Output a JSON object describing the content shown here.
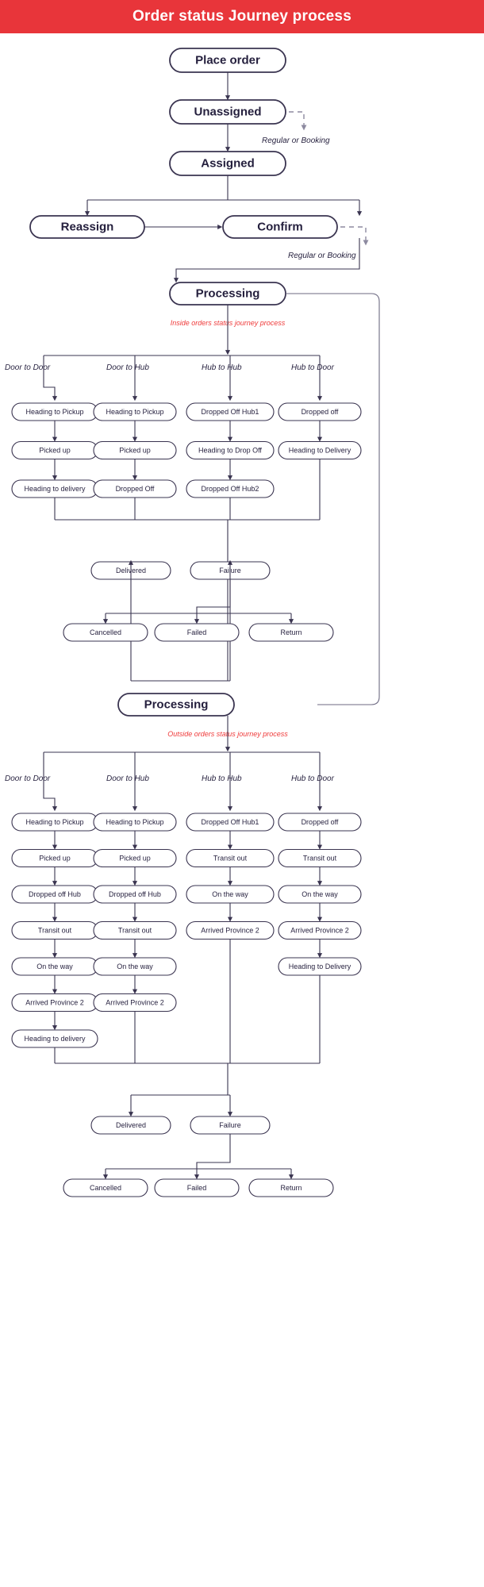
{
  "banner": {
    "title": "Order status Journey process",
    "color": "#e8353a"
  },
  "theme": {
    "node_stroke": "#3a3450",
    "text": "#241f3d",
    "note": "#ef3b3b",
    "dashed": "#8d8aa0"
  },
  "annotations": {
    "regular_or_booking_1": "Regular or Booking",
    "regular_or_booking_2": "Regular or Booking",
    "inside_note": "Inside orders status journey process",
    "outside_note": "Outside orders status journey process"
  },
  "top_flow": [
    {
      "id": "place-order",
      "label": "Place order"
    },
    {
      "id": "unassigned",
      "label": "Unassigned"
    },
    {
      "id": "assigned",
      "label": "Assigned"
    },
    {
      "id": "reassign",
      "label": "Reassign"
    },
    {
      "id": "confirm",
      "label": "Confirm"
    }
  ],
  "processing_inside": {
    "label": "Processing"
  },
  "processing_outside": {
    "label": "Processing"
  },
  "lane_labels": [
    "Door to Door",
    "Door to Hub",
    "Hub to Hub",
    "Hub to Door"
  ],
  "inside_lanes": [
    {
      "name": "Door to Door",
      "steps": [
        "Heading to Pickup",
        "Picked up",
        "Heading to delivery"
      ]
    },
    {
      "name": "Door to Hub",
      "steps": [
        "Heading to Pickup",
        "Picked up",
        "Dropped Off"
      ]
    },
    {
      "name": "Hub to Hub",
      "steps": [
        "Dropped Off  Hub1",
        "Heading to Drop Off",
        "Dropped Off Hub2"
      ]
    },
    {
      "name": "Hub to Door",
      "steps": [
        "Dropped off",
        "Heading to Delivery"
      ]
    }
  ],
  "outside_lanes": [
    {
      "name": "Door to Door",
      "steps": [
        "Heading to Pickup",
        "Picked up",
        "Dropped off Hub",
        "Transit out",
        "On the way",
        "Arrived Province 2",
        "Heading to delivery"
      ]
    },
    {
      "name": "Door to Hub",
      "steps": [
        "Heading to Pickup",
        "Picked up",
        "Dropped off Hub",
        "Transit out",
        "On the way",
        "Arrived Province 2"
      ]
    },
    {
      "name": "Hub to Hub",
      "steps": [
        "Dropped Off  Hub1",
        "Transit out",
        "On the way",
        "Arrived Province 2"
      ]
    },
    {
      "name": "Hub to Door",
      "steps": [
        "Dropped off",
        "Transit out",
        "On the way",
        "Arrived Province 2",
        "Heading to Delivery"
      ]
    }
  ],
  "outcomes_inside": {
    "primary": [
      "Delivered",
      "Failure"
    ],
    "failure_children": [
      "Cancelled",
      "Failed",
      "Return"
    ]
  },
  "outcomes_outside": {
    "primary": [
      "Delivered",
      "Failure"
    ],
    "failure_children": [
      "Cancelled",
      "Failed",
      "Return"
    ]
  }
}
